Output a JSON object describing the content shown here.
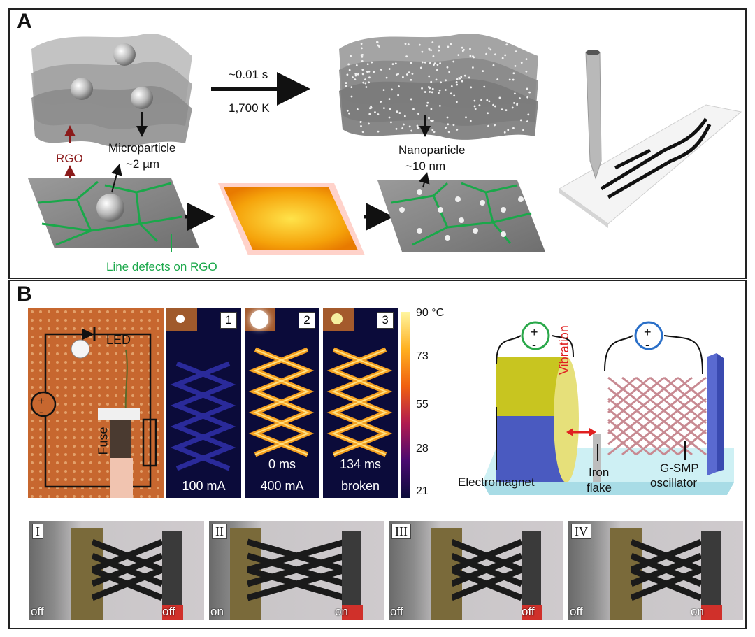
{
  "panel_a": {
    "label": "A",
    "arrow_time": "~0.01 s",
    "arrow_temp": "1,700 K",
    "rgo": "RGO",
    "microparticle": "Microparticle",
    "micro_size": "~2 µm",
    "nanoparticle": "Nanoparticle",
    "nano_size": "~10 nm",
    "line_defects": "Line defects on RGO"
  },
  "panel_b": {
    "label": "B",
    "circuit": {
      "led": "LED",
      "fuse": "Fuse",
      "plus": "+",
      "minus": "-"
    },
    "thermal_frames": [
      {
        "num": "1",
        "time": "",
        "current": "100 mA"
      },
      {
        "num": "2",
        "time": "0 ms",
        "current": "400 mA"
      },
      {
        "num": "3",
        "time": "134 ms",
        "current": "broken"
      }
    ],
    "colorbar": {
      "ticks": [
        "90 °C",
        "73",
        "55",
        "28",
        "21"
      ]
    },
    "oscillator": {
      "vibration": "Vibration",
      "electromagnet": "Electromagnet",
      "iron_flake_1": "Iron",
      "iron_flake_2": "flake",
      "gsmp_1": "G-SMP",
      "gsmp_2": "oscillator",
      "plus": "+",
      "minus": "-"
    },
    "photo_frames": [
      {
        "roman": "I",
        "left_state": "off",
        "right_state": "off"
      },
      {
        "roman": "II",
        "left_state": "on",
        "right_state": "on"
      },
      {
        "roman": "III",
        "left_state": "off",
        "right_state": "off"
      },
      {
        "roman": "IV",
        "left_state": "off",
        "right_state": "on"
      }
    ]
  },
  "colors": {
    "rgo_label": "#8b1a1a",
    "defect_green": "#1aa84a",
    "vibration_red": "#e02020",
    "plus_green": "#2aa84a",
    "plus_blue": "#2a6fc8"
  }
}
